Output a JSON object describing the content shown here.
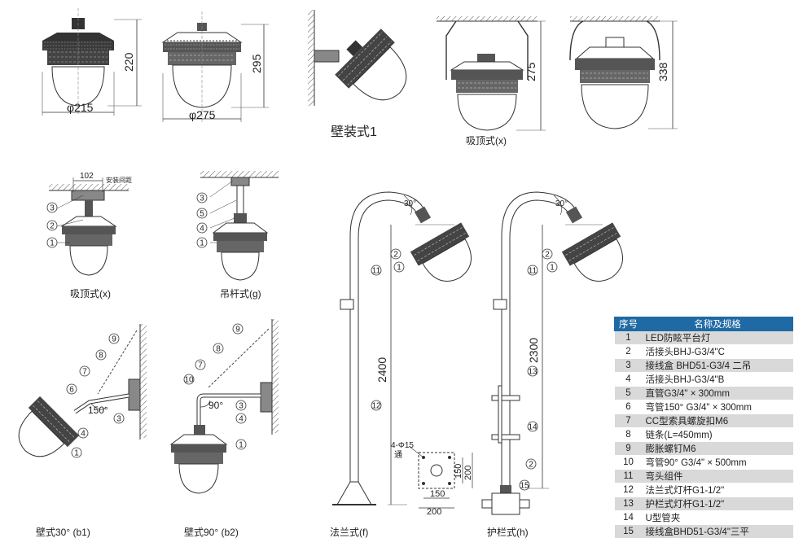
{
  "views": {
    "top1": {
      "height": "220",
      "width": "φ215"
    },
    "top2": {
      "height": "295",
      "width": "φ275"
    },
    "wall1": {
      "caption": "壁装式1"
    },
    "ceiling": {
      "height_a": "275",
      "height_b": "338",
      "caption": "吸顶式(x)"
    },
    "ceiling2": {
      "spacing": "102",
      "spacing_note": "安装间距",
      "caption": "吸顶式(x)"
    },
    "pendant": {
      "caption": "吊杆式(g)"
    },
    "wall30": {
      "angle": "150°",
      "caption": "壁式30°  (b1)"
    },
    "wall90": {
      "angle": "90°",
      "caption": "壁式90°  (b2)"
    },
    "flange": {
      "angle": "30°",
      "height": "2400",
      "caption": "法兰式(f)"
    },
    "base": {
      "holes": "4-Φ15",
      "holes2": "通",
      "dim_a": "150",
      "dim_b": "200",
      "dim_c": "150",
      "dim_d": "200"
    },
    "guard": {
      "angle": "30°",
      "height": "2300",
      "caption": "护栏式(h)"
    }
  },
  "callouts": {
    "n1": "1",
    "n2": "2",
    "n3": "3",
    "n4": "4",
    "n5": "5",
    "n6": "6",
    "n7": "7",
    "n8": "8",
    "n9": "9",
    "n10": "10",
    "n11": "11",
    "n12": "12",
    "n13": "13",
    "n14": "14",
    "n15": "15"
  },
  "legend": {
    "col_no": "序号",
    "col_name": "名称及规格",
    "rows": [
      {
        "no": "1",
        "name": "LED防眩平台灯"
      },
      {
        "no": "2",
        "name": "活接头BHJ-G3/4\"C"
      },
      {
        "no": "3",
        "name": "接线盒 BHD51-G3/4 二吊"
      },
      {
        "no": "4",
        "name": "活接头BHJ-G3/4\"B"
      },
      {
        "no": "5",
        "name": "直管G3/4\" × 300mm"
      },
      {
        "no": "6",
        "name": "弯管150°  G3/4\" × 300mm"
      },
      {
        "no": "7",
        "name": "CC型索具螺旋扣M6"
      },
      {
        "no": "8",
        "name": "链条(L=450mm)"
      },
      {
        "no": "9",
        "name": "膨胀螺钉M6"
      },
      {
        "no": "10",
        "name": "弯管90°  G3/4\" × 500mm"
      },
      {
        "no": "11",
        "name": "弯头组件"
      },
      {
        "no": "12",
        "name": "法兰式灯杆G1-1/2\""
      },
      {
        "no": "13",
        "name": "护栏式灯杆G1-1/2\""
      },
      {
        "no": "14",
        "name": "U型管夹"
      },
      {
        "no": "15",
        "name": "接线盒BHD51-G3/4\"三平"
      }
    ]
  }
}
